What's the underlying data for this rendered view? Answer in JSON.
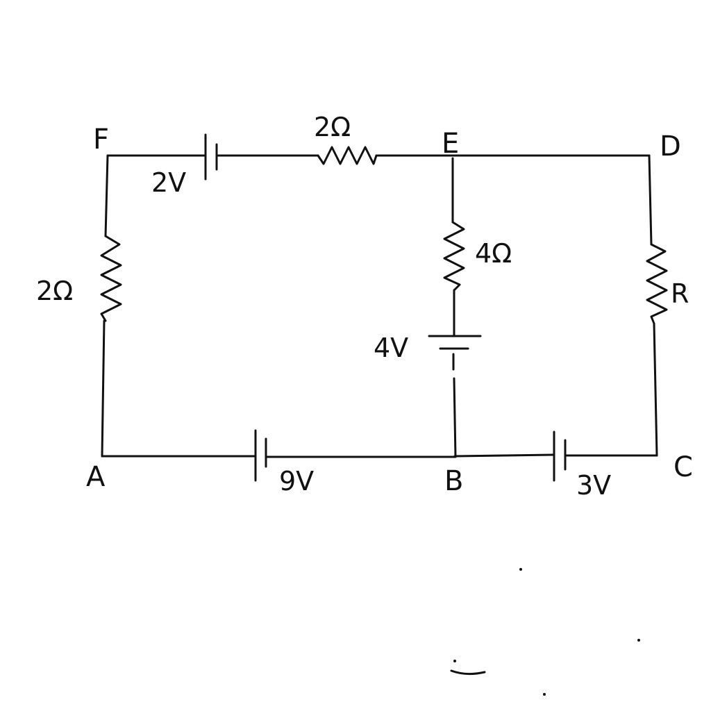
{
  "nodes": {
    "A": "A",
    "B": "B",
    "C": "C",
    "D": "D",
    "E": "E",
    "F": "F"
  },
  "components": {
    "battery_FE": "2V",
    "resistor_FE": "2Ω",
    "resistor_AF": "2Ω",
    "resistor_EB": "4Ω",
    "battery_EB": "4V",
    "resistor_DC": "R",
    "battery_AB": "9V",
    "battery_BC": "3V"
  },
  "colors": {
    "ink": "#111111",
    "background": "#ffffff"
  }
}
